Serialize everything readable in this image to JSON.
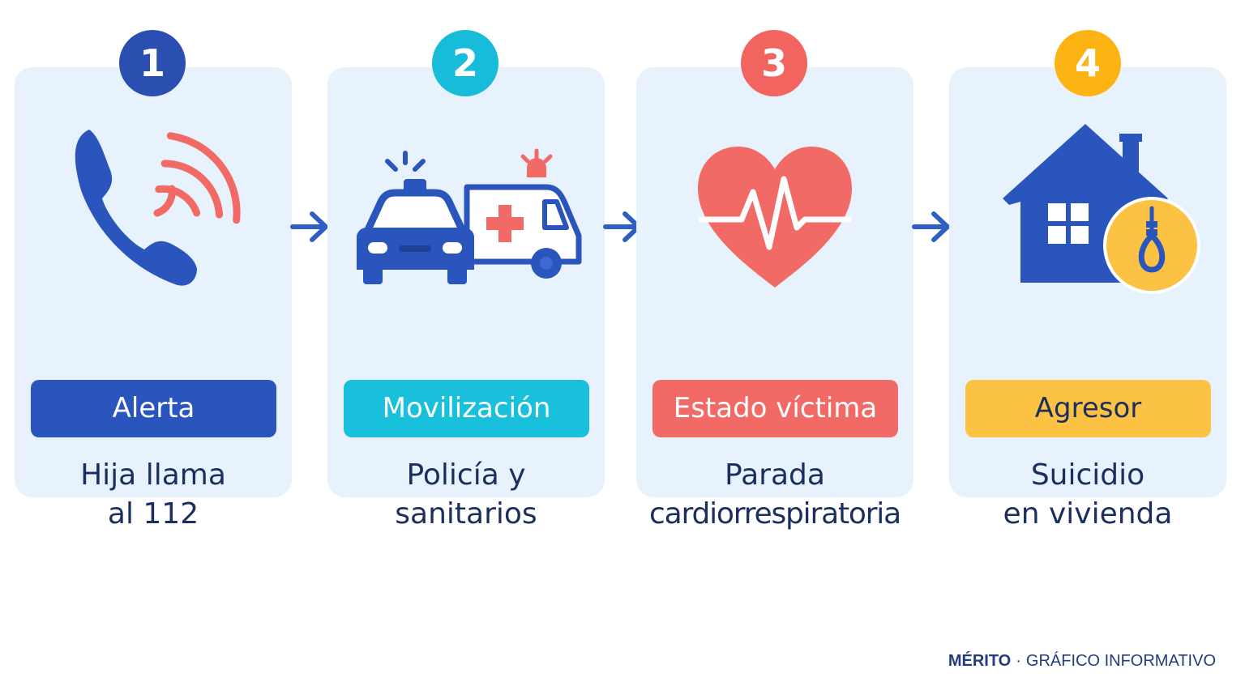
{
  "steps": [
    {
      "number": "1",
      "icon": "phone-ringing-icon",
      "label": "Alerta",
      "desc_lines": [
        "Hija llama",
        "al 112"
      ],
      "badge_color": "#2a4fb0",
      "pill_color": "#2a55bd",
      "pill_text_color": "#ffffff"
    },
    {
      "number": "2",
      "icon": "police-car-ambulance-icon",
      "label": "Movilización",
      "desc_lines": [
        "Policía y",
        "sanitarios"
      ],
      "badge_color": "#16bcd9",
      "pill_color": "#19c0dc",
      "pill_text_color": "#ffffff"
    },
    {
      "number": "3",
      "icon": "heartbeat-icon",
      "label": "Estado víctima",
      "desc_lines": [
        "Parada",
        "cardiorrespiratoria"
      ],
      "badge_color": "#f26460",
      "pill_color": "#f26a66",
      "pill_text_color": "#ffffff"
    },
    {
      "number": "4",
      "icon": "house-noose-icon",
      "label": "Agresor",
      "desc_lines": [
        "Suicidio",
        "en vivienda"
      ],
      "badge_color": "#fbb414",
      "pill_color": "#fcc244",
      "pill_text_color": "#1b2f5e"
    }
  ],
  "colors": {
    "card_bg": "#e8f2fc",
    "blue": "#2a55bd",
    "red": "#f26a66",
    "yellow": "#fcc244",
    "text_dark": "#1b2f5e",
    "arrow": "#2f5fc4"
  },
  "footer": {
    "brand": "MÉRITO",
    "separator": "·",
    "caption": "GRÁFICO INFORMATIVO"
  }
}
